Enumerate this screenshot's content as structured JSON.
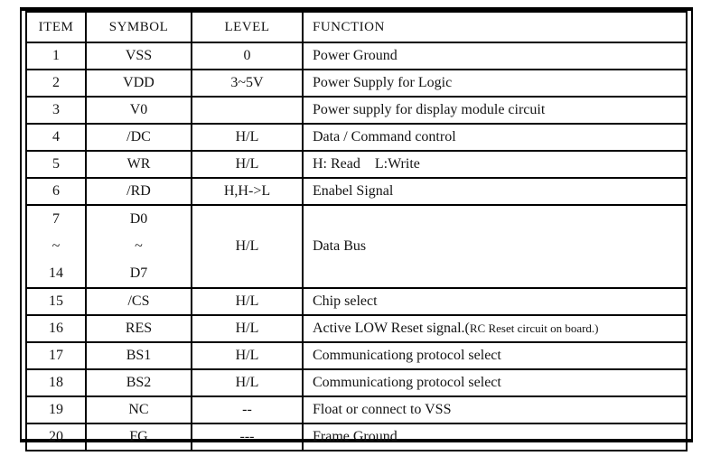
{
  "table": {
    "headers": {
      "item": "ITEM",
      "symbol": "SYMBOL",
      "level": "LEVEL",
      "function": "FUNCTION"
    },
    "rows": [
      {
        "item": "1",
        "symbol": "VSS",
        "level": "0",
        "function": "Power Ground"
      },
      {
        "item": "2",
        "symbol": "VDD",
        "level": "3~5V",
        "function": "Power Supply for Logic"
      },
      {
        "item": "3",
        "symbol": "V0",
        "level": "",
        "function": "Power supply for display module circuit"
      },
      {
        "item": "4",
        "symbol": "/DC",
        "level": "H/L",
        "function": "Data / Command control"
      },
      {
        "item": "5",
        "symbol": "WR",
        "level": "H/L",
        "function": "H: Read    L:Write"
      },
      {
        "item": "6",
        "symbol": "/RD",
        "level": "H,H->L",
        "function": "Enabel Signal"
      },
      {
        "item": "7\n~\n14",
        "symbol": "D0\n~\nD7",
        "level": "H/L",
        "function": "Data Bus"
      },
      {
        "item": "15",
        "symbol": "/CS",
        "level": "H/L",
        "function": "Chip select"
      },
      {
        "item": "16",
        "symbol": "RES",
        "level": "H/L",
        "function_main": "Active LOW Reset signal.(",
        "function_small": "RC Reset circuit on board.)"
      },
      {
        "item": "17",
        "symbol": "BS1",
        "level": "H/L",
        "function": "Communicationg protocol select"
      },
      {
        "item": "18",
        "symbol": "BS2",
        "level": "H/L",
        "function": "Communicationg protocol select"
      },
      {
        "item": "19",
        "symbol": "NC",
        "level": "--",
        "function": "Float or connect to VSS"
      },
      {
        "item": "20",
        "symbol": "FG",
        "level": "---",
        "function": "Frame Ground"
      }
    ]
  }
}
